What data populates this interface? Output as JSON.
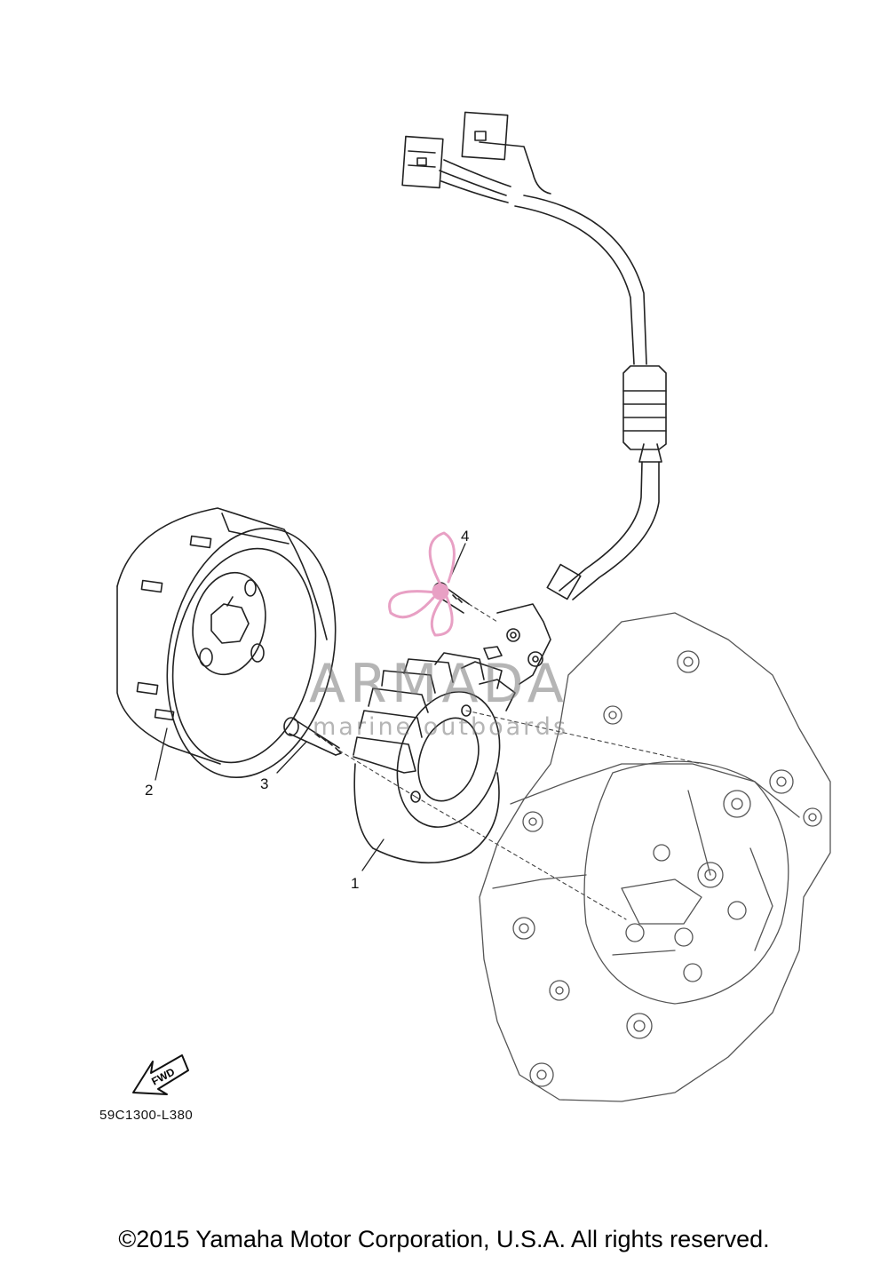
{
  "callouts": [
    {
      "id": "1",
      "label": "1"
    },
    {
      "id": "2",
      "label": "2"
    },
    {
      "id": "3",
      "label": "3"
    },
    {
      "id": "4",
      "label": "4"
    }
  ],
  "fwd_label": "FWD",
  "part_code": "59C1300-L380",
  "copyright": "©2015 Yamaha Motor Corporation, U.S.A. All rights reserved.",
  "watermark": {
    "name": "ARMADA",
    "tagline": "marine outboards",
    "accent_color": "#e8a0c4",
    "text_color": "#8a8a8a"
  }
}
